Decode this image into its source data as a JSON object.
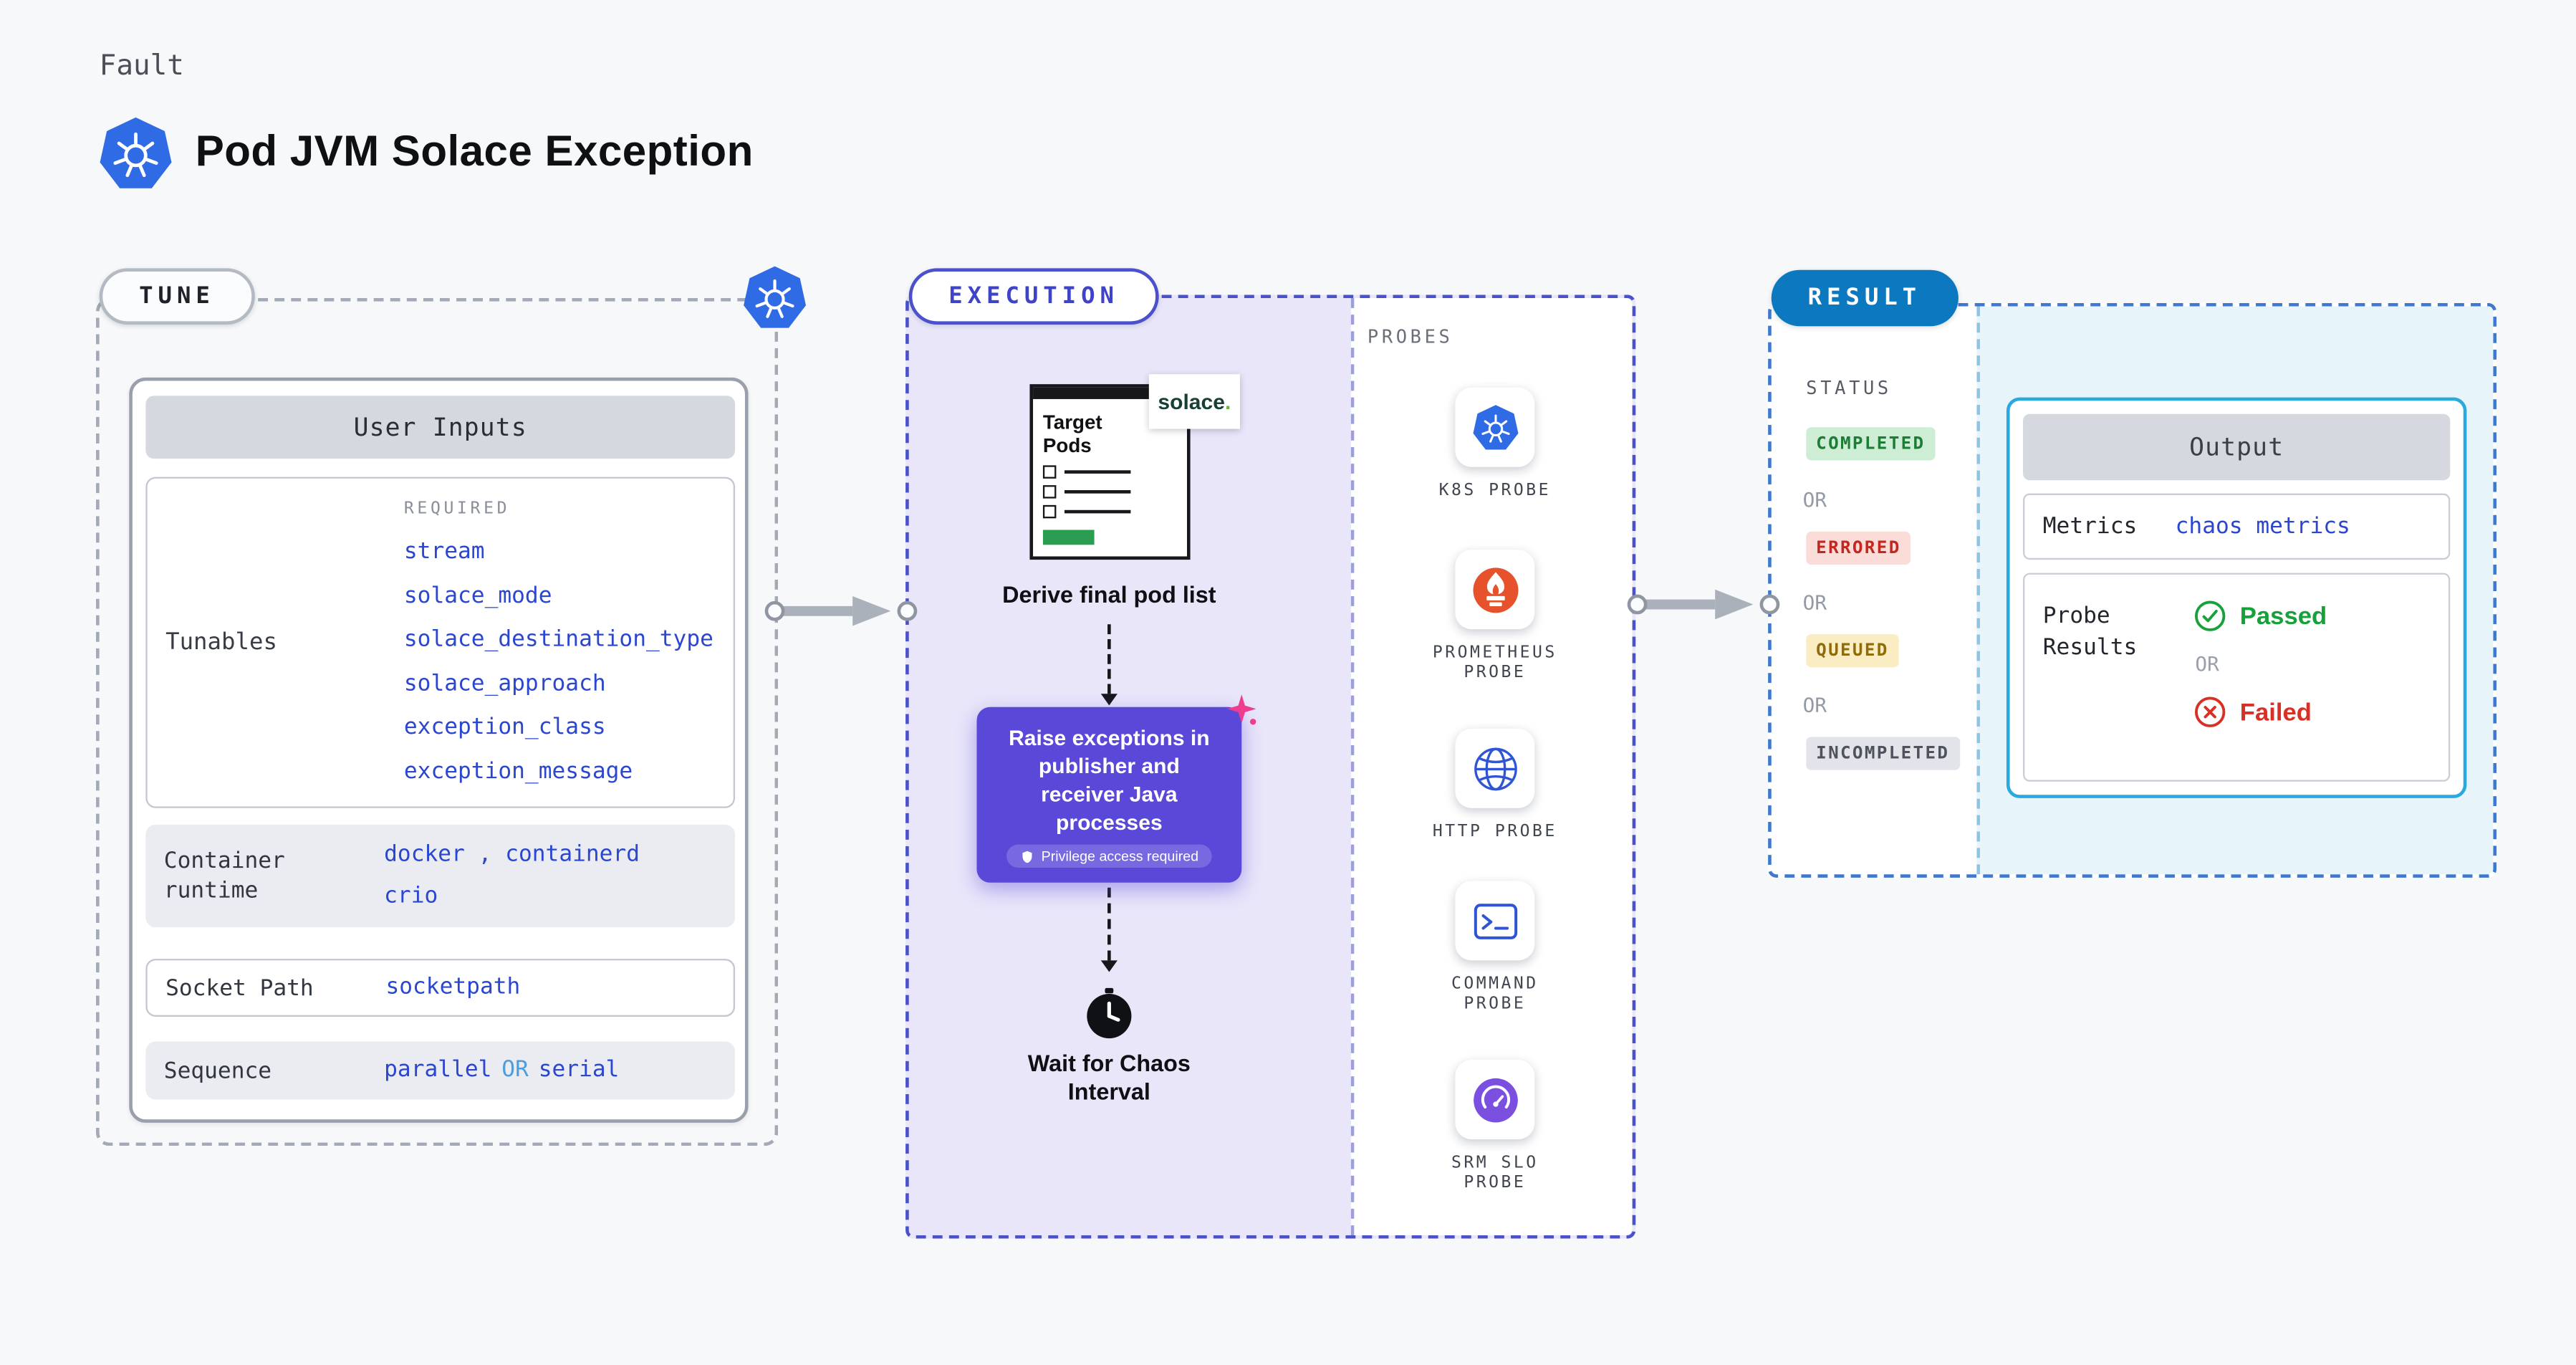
{
  "header": {
    "kicker": "Fault",
    "title": "Pod JVM Solace Exception"
  },
  "tune": {
    "pill": "TUNE",
    "user_inputs": {
      "title": "User Inputs",
      "tunables_label": "Tunables",
      "required_label": "REQUIRED",
      "tunables": [
        "stream",
        "solace_mode",
        "solace_destination_type",
        "solace_approach",
        "exception_class",
        "exception_message"
      ],
      "container_runtime": {
        "label": "Container runtime",
        "line1": "docker , containerd",
        "line2": "crio"
      },
      "socket_path": {
        "label": "Socket Path",
        "value": "socketpath"
      },
      "sequence": {
        "label": "Sequence",
        "value_a": "parallel",
        "value_or": "OR",
        "value_b": "serial"
      }
    }
  },
  "execution": {
    "pill": "EXECUTION",
    "window": {
      "title": "Target Pods",
      "logo": "solace",
      "logo_dot": "."
    },
    "derive_step": "Derive final pod list",
    "action": {
      "text": "Raise exceptions in publisher and receiver Java processes",
      "badge": "Privilege access required"
    },
    "wait_step": "Wait for Chaos Interval",
    "probes": {
      "label": "PROBES",
      "items": [
        {
          "name": "K8S PROBE",
          "icon": "kubernetes-icon"
        },
        {
          "name": "PROMETHEUS PROBE",
          "icon": "prometheus-icon"
        },
        {
          "name": "HTTP PROBE",
          "icon": "globe-icon"
        },
        {
          "name": "COMMAND PROBE",
          "icon": "terminal-icon"
        },
        {
          "name": "SRM SLO PROBE",
          "icon": "gauge-icon"
        }
      ]
    }
  },
  "result": {
    "pill": "RESULT",
    "status_label": "STATUS",
    "or": "OR",
    "statuses": [
      {
        "text": "COMPLETED",
        "bg": "#cdeed4",
        "color": "#1d7c36"
      },
      {
        "text": "ERRORED",
        "bg": "#fadcd9",
        "color": "#c3271d"
      },
      {
        "text": "QUEUED",
        "bg": "#faecc3",
        "color": "#8f6c07"
      },
      {
        "text": "INCOMPLETED",
        "bg": "#e2e4e9",
        "color": "#4d525c"
      }
    ],
    "output": {
      "title": "Output",
      "metrics_label": "Metrics",
      "metrics_value": "chaos metrics",
      "probe_results_label": "Probe Results",
      "passed": "Passed",
      "or": "OR",
      "failed": "Failed"
    }
  },
  "colors": {
    "accent_link_blue": "#2b46cf",
    "execution_purple": "#5a49d9",
    "execution_bg": "#e9e6fa",
    "result_pill_blue": "#0b78c0",
    "output_border_cyan": "#2aa9de",
    "result_bg_cyan": "#e7f5fb",
    "passed_green": "#17a13a",
    "failed_red": "#d93025",
    "kubernetes_blue": "#2f6be4",
    "prometheus_orange": "#e6522c",
    "solace_green": "#6cb33e",
    "spark_pink": "#ee3c8f"
  }
}
